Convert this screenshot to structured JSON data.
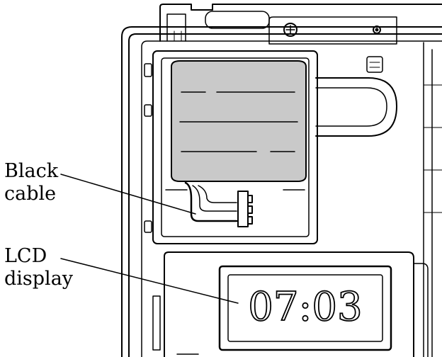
{
  "callouts": {
    "black_cable": {
      "line1": "Black",
      "line2": "cable"
    },
    "lcd_display": {
      "line1": "LCD",
      "line2": "display"
    }
  },
  "lcd": {
    "reading": "07:03"
  },
  "colors": {
    "battery_fill": "#c9c9c9",
    "line": "#000000",
    "background": "#ffffff"
  },
  "icons": [
    "screw-icon",
    "connector-icon",
    "battery-icon",
    "lcd-display-icon"
  ]
}
